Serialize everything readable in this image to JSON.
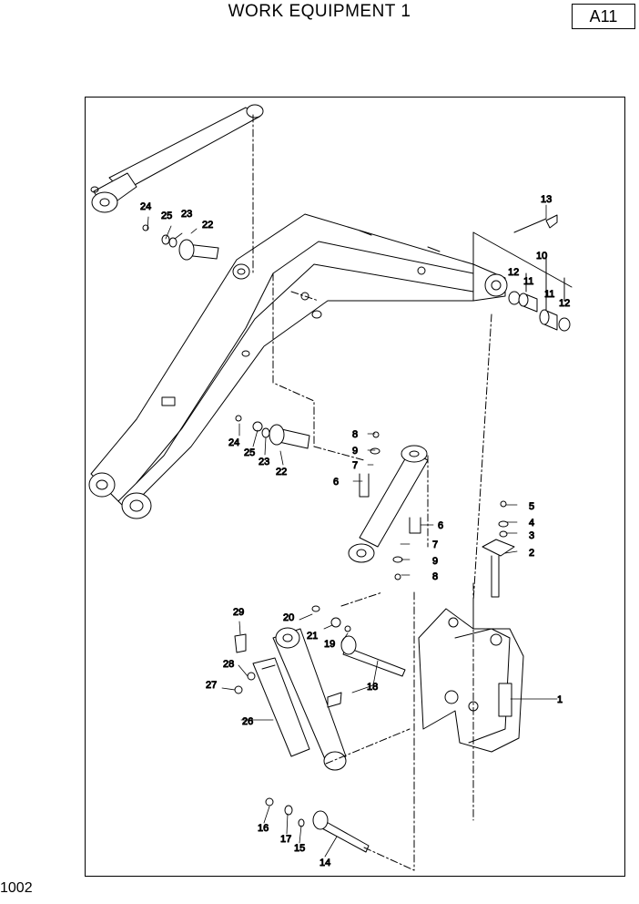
{
  "header": {
    "title": "WORK EQUIPMENT 1",
    "page_id": "A11"
  },
  "footer": {
    "code": "1002"
  },
  "callouts": {
    "c1": "1",
    "c2": "2",
    "c3": "3",
    "c4": "4",
    "c5": "5",
    "c6a": "6",
    "c6b": "6",
    "c7a": "7",
    "c7b": "7",
    "c8a": "8",
    "c8b": "8",
    "c9a": "9",
    "c9b": "9",
    "c10": "10",
    "c11a": "11",
    "c11b": "11",
    "c12a": "12",
    "c12b": "12",
    "c13": "13",
    "c14": "14",
    "c15": "15",
    "c16": "16",
    "c17": "17",
    "c18": "18",
    "c19": "19",
    "c20": "20",
    "c21": "21",
    "c22a": "22",
    "c22b": "22",
    "c23a": "23",
    "c23b": "23",
    "c24a": "24",
    "c24b": "24",
    "c25a": "25",
    "c25b": "25",
    "c26": "26",
    "c27": "27",
    "c28": "28",
    "c29": "29"
  }
}
